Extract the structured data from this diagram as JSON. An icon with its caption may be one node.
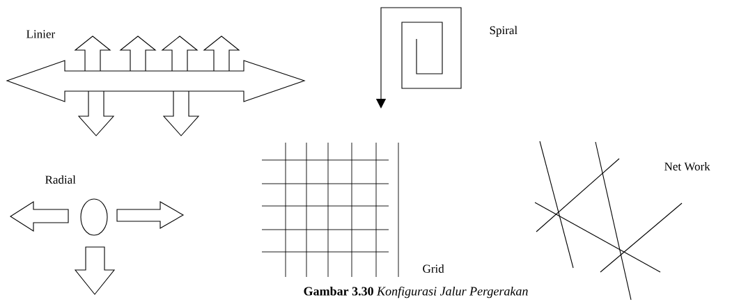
{
  "diagram": {
    "caption": "**Gambar 3.30** *Konfigurasi Jalur Pergerakan*",
    "labels": [
      "Linier",
      "Spiral",
      "Radial",
      "Grid",
      "Net Work"
    ]
  }
}
